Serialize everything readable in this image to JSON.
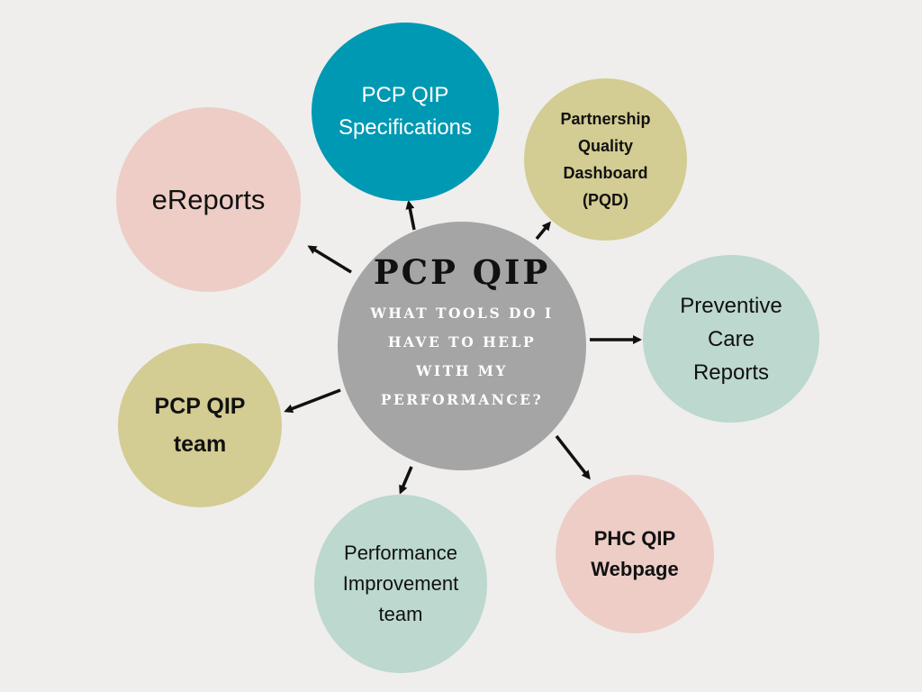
{
  "center": {
    "title": "PCP QIP",
    "subtitle": "WHAT TOOLS DO I\nHAVE TO HELP\nWITH MY\nPERFORMANCE?"
  },
  "nodes": {
    "specifications": "PCP QIP\nSpecifications",
    "ereports": "eReports",
    "pqd": "Partnership\nQuality\nDashboard\n(PQD)",
    "preventive": "Preventive\nCare\nReports",
    "qip_team": "PCP QIP\nteam",
    "performance_team": "Performance\nImprovement\nteam",
    "phc_webpage": "PHC QIP\nWebpage"
  },
  "colors": {
    "background": "#efeeec",
    "center": "#a5a5a5",
    "teal": "#0099b3",
    "pink": "#edcdc6",
    "olive": "#d3cc93",
    "mint": "#bcd8cf",
    "arrow": "#111111"
  }
}
